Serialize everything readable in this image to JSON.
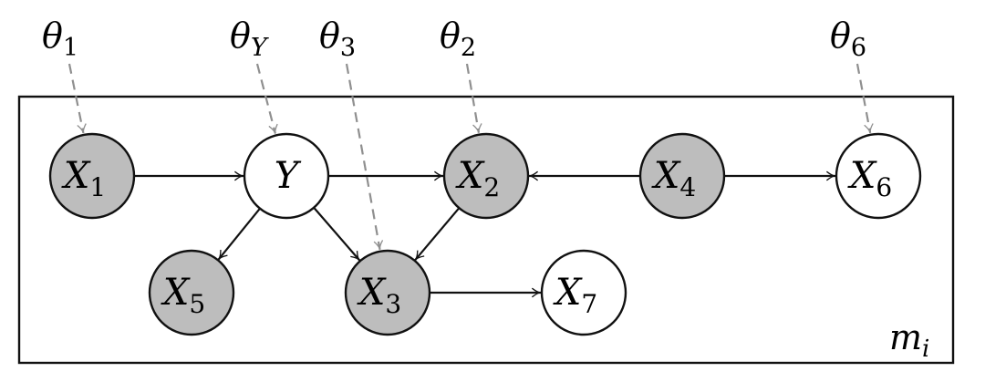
{
  "colors": {
    "observed_fill": "#bdbdbd",
    "latent_fill": "#ffffff",
    "stroke": "#111111",
    "param_arrow": "#8f8f8f"
  },
  "plate": {
    "label_base": "m",
    "label_sub": "i"
  },
  "nodes": [
    {
      "id": "X1",
      "base": "X",
      "sub": "1",
      "observed": true
    },
    {
      "id": "Y",
      "base": "Y",
      "sub": "",
      "observed": false
    },
    {
      "id": "X2",
      "base": "X",
      "sub": "2",
      "observed": true
    },
    {
      "id": "X4",
      "base": "X",
      "sub": "4",
      "observed": true
    },
    {
      "id": "X6",
      "base": "X",
      "sub": "6",
      "observed": false
    },
    {
      "id": "X5",
      "base": "X",
      "sub": "5",
      "observed": true
    },
    {
      "id": "X3",
      "base": "X",
      "sub": "3",
      "observed": true
    },
    {
      "id": "X7",
      "base": "X",
      "sub": "7",
      "observed": false
    }
  ],
  "params": [
    {
      "id": "theta1",
      "base": "θ",
      "sub": "1",
      "target": "X1"
    },
    {
      "id": "thetaY",
      "base": "θ",
      "sub": "Y",
      "target": "Y"
    },
    {
      "id": "theta3",
      "base": "θ",
      "sub": "3",
      "target": "X3"
    },
    {
      "id": "theta2",
      "base": "θ",
      "sub": "2",
      "target": "X2"
    },
    {
      "id": "theta6",
      "base": "θ",
      "sub": "6",
      "target": "X6"
    }
  ],
  "edges": [
    {
      "from": "X1",
      "to": "Y"
    },
    {
      "from": "Y",
      "to": "X2"
    },
    {
      "from": "X4",
      "to": "X2"
    },
    {
      "from": "X4",
      "to": "X6"
    },
    {
      "from": "Y",
      "to": "X5"
    },
    {
      "from": "Y",
      "to": "X3"
    },
    {
      "from": "X2",
      "to": "X3"
    },
    {
      "from": "X3",
      "to": "X7"
    }
  ]
}
